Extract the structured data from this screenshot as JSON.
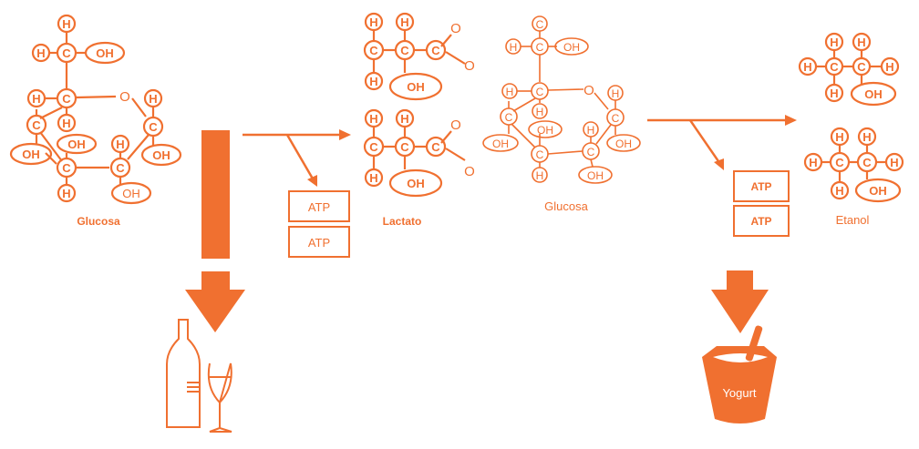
{
  "accent_color": "#f07030",
  "left_molecule": {
    "caption": "Glucosa",
    "atoms": {
      "H": "H",
      "C": "C",
      "O": "O",
      "OH": "OH"
    }
  },
  "lactato": {
    "caption": "Lactato",
    "atoms": {
      "H": "H",
      "C": "C",
      "O": "O",
      "OH": "OH"
    }
  },
  "center_molecule": {
    "caption": "Glucosa",
    "atoms": {
      "H": "H",
      "C": "C",
      "O": "O",
      "OH": "OH"
    }
  },
  "etanol": {
    "caption": "Etanol",
    "atoms": {
      "H": "H",
      "C": "C",
      "OH": "OH"
    }
  },
  "atp_left": [
    "ATP",
    "ATP"
  ],
  "atp_right": [
    "ATP",
    "ATP"
  ],
  "yogurt": {
    "label": "Yogurt",
    "icon": "yogurt-cup-icon"
  },
  "wine": {
    "icon": "wine-bottle-glass-icon"
  }
}
